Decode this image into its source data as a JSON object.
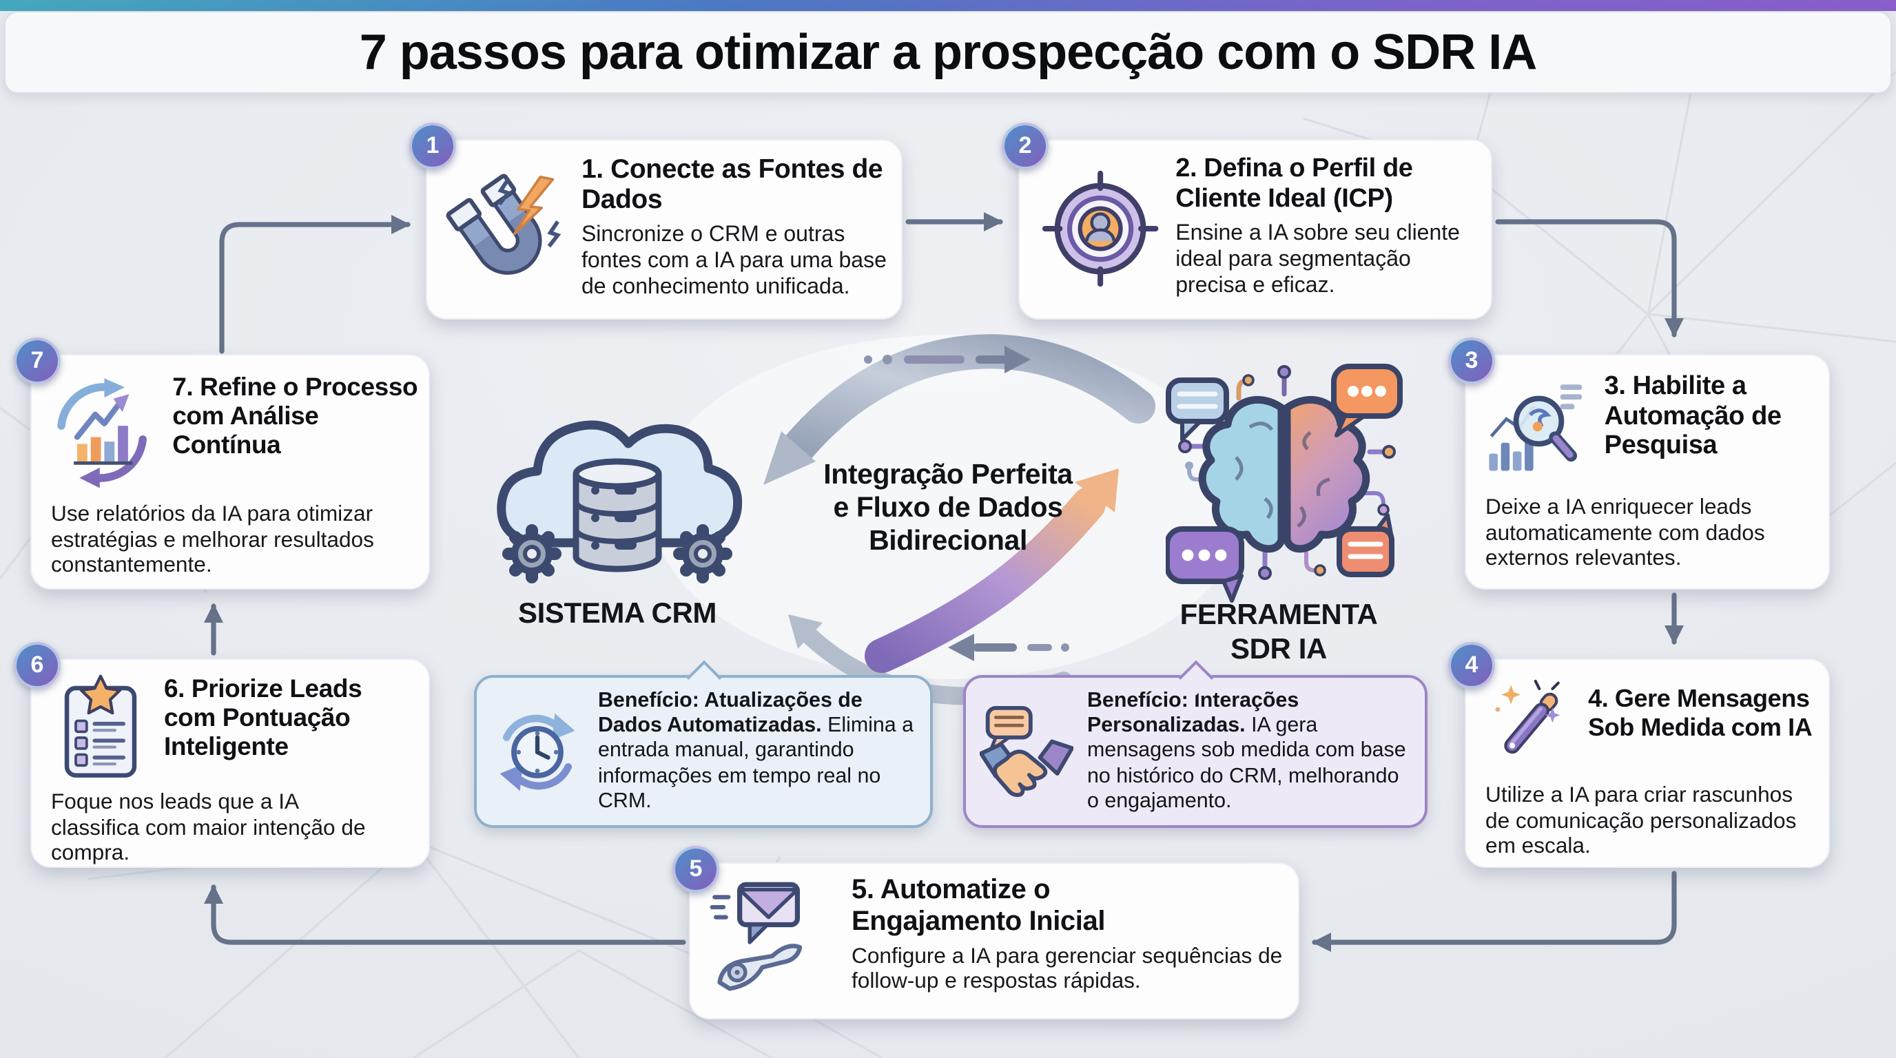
{
  "header": {
    "title": "7 passos para otimizar a prospecção com o SDR IA"
  },
  "steps": [
    {
      "number": "1",
      "icon": "magnet-icon",
      "title": "1. Conecte as Fontes de Dados",
      "body": "Sincronize o CRM e outras fontes com a IA para uma base de conhecimento unificada."
    },
    {
      "number": "2",
      "icon": "target-icon",
      "title": "2. Defina o Perfil de Cliente Ideal (ICP)",
      "body": "Ensine a IA sobre seu cliente ideal para segmentação precisa e eficaz."
    },
    {
      "number": "3",
      "icon": "magnifier-chart-icon",
      "title": "3. Habilite a Automação de Pesquisa",
      "body": "Deixe a IA enriquecer leads automaticamente com dados externos relevantes."
    },
    {
      "number": "4",
      "icon": "magic-wand-icon",
      "title": "4. Gere Mensagens Sob Medida com IA",
      "body": "Utilize a IA para criar rascunhos de comunicação personalizados em escala."
    },
    {
      "number": "5",
      "icon": "email-hand-icon",
      "title": "5. Automatize o Engajamento Inicial",
      "body": "Configure a IA para gerenciar sequências de follow-up e respostas rápidas."
    },
    {
      "number": "6",
      "icon": "checklist-star-icon",
      "title": "6. Priorize Leads com Pontuação Inteligente",
      "body": "Foque nos leads que a IA classifica com maior intenção de compra."
    },
    {
      "number": "7",
      "icon": "cycle-chart-icon",
      "title": "7. Refine o Processo com Análise Contínua",
      "body": "Use relatórios da IA para otimizar estratégias e melhorar resultados constantemente."
    }
  ],
  "center": {
    "crm_icon": "cloud-database-icon",
    "crm_label": "SISTEMA CRM",
    "ai_icon": "ai-brain-icon",
    "ai_label_line1": "FERRAMENTA",
    "ai_label_line2": "SDR IA",
    "integration_line1": "Integração Perfeita",
    "integration_line2": "e Fluxo de Dados",
    "integration_line3": "Bidirecional"
  },
  "benefits": [
    {
      "icon": "clock-refresh-icon",
      "highlight": "Benefício: Atualizações de Dados Automatizadas.",
      "text": " Elimina a entrada manual, garantindo informações em tempo real no CRM."
    },
    {
      "icon": "handshake-icon",
      "highlight": "Benefício: Interações Personalizadas.",
      "text": " IA gera mensagens sob medida com base no histórico do CRM, melhorando o engajamento."
    }
  ],
  "colors": {
    "topbar_gradient": [
      "#45a8bd",
      "#4b79c4",
      "#7a64c8",
      "#8a5ecb"
    ],
    "background": "#e6e9ee",
    "card": "#fdfdfe",
    "badge_gradient": [
      "#5787c6",
      "#7a67bf"
    ],
    "connector": "#66718a",
    "benefit_blue_bg": "#e9f0f7",
    "benefit_blue_border": "#8fb0cb",
    "benefit_purple_bg": "#ede9f6",
    "benefit_purple_border": "#9c86c6",
    "cycle_silver": "#aeb8c9",
    "cycle_purple_orange": [
      "#7f6ab8",
      "#f0b488"
    ]
  }
}
